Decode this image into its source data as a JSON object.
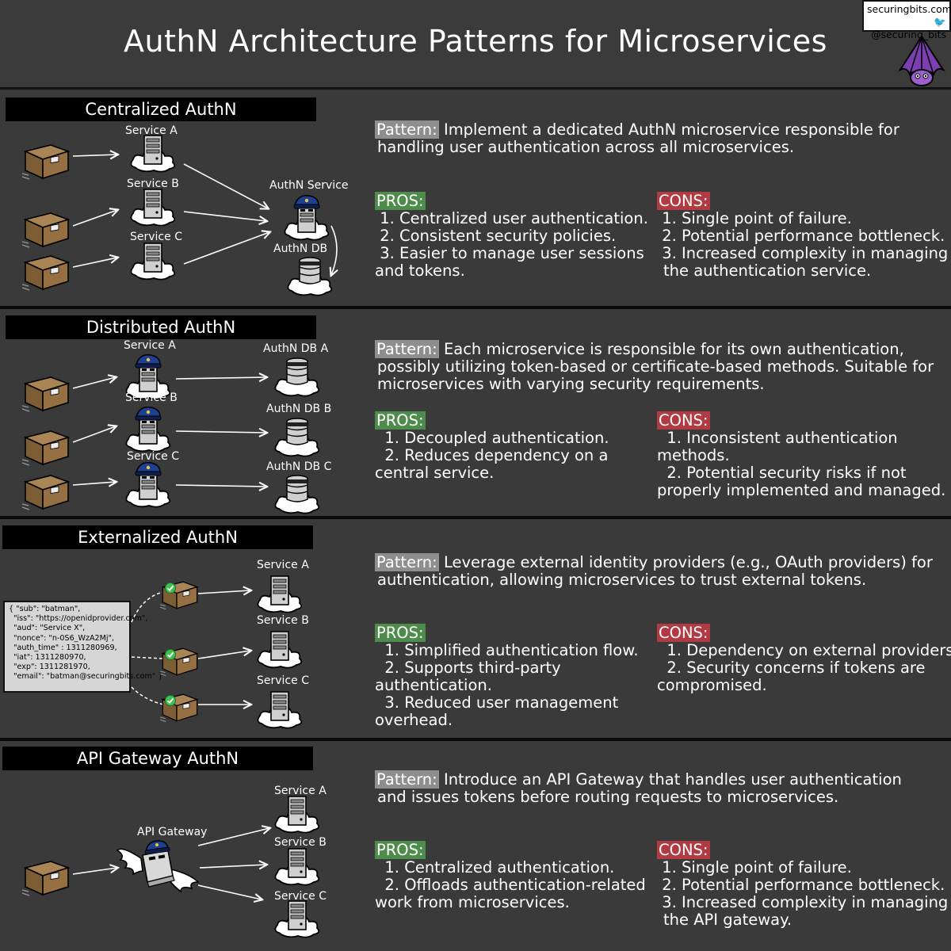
{
  "header": {
    "title": "AuthN Architecture Patterns for Microservices",
    "brand_site": "securingbits.com",
    "brand_handle": "@securing_bits"
  },
  "colors": {
    "pattern_tag": "#8e8e8e",
    "pros_tag": "#4e8c4b",
    "cons_tag": "#b23a42",
    "panel_bg": "#3a3a3a"
  },
  "sections": {
    "centralized": {
      "title": "Centralized AuthN",
      "labels": {
        "svc_a": "Service A",
        "svc_b": "Service B",
        "svc_c": "Service C",
        "authn_service": "AuthN Service",
        "authn_db": "AuthN DB"
      },
      "pattern_tag": "Pattern:",
      "pattern_lines": [
        "Implement a dedicated AuthN microservice responsible for",
        "handling user authentication across all microservices."
      ],
      "pros_tag": "PROS:",
      "pros_lines": [
        " 1. Centralized user authentication.",
        " 2. Consistent security policies.",
        " 3. Easier to manage user sessions",
        "and tokens."
      ],
      "cons_tag": "CONS:",
      "cons_lines": [
        " 1. Single point of failure.",
        " 2. Potential performance bottleneck.",
        " 3. Increased complexity in managing",
        "the authentication service."
      ]
    },
    "distributed": {
      "title": "Distributed AuthN",
      "labels": {
        "svc_a": "Service A",
        "svc_b": "Service B",
        "svc_c": "Service C",
        "db_a": "AuthN DB A",
        "db_b": "AuthN DB B",
        "db_c": "AuthN DB C"
      },
      "pattern_tag": "Pattern:",
      "pattern_lines": [
        "Each microservice is responsible for its own authentication,",
        "possibly utilizing token-based or certificate-based methods. Suitable for",
        "microservices with varying security requirements."
      ],
      "pros_tag": "PROS:",
      "pros_lines": [
        "  1. Decoupled authentication.",
        "  2. Reduces dependency on a",
        "central service."
      ],
      "cons_tag": "CONS:",
      "cons_lines": [
        "  1. Inconsistent authentication",
        "methods.",
        "  2. Potential security risks if not",
        "properly implemented and managed."
      ]
    },
    "externalized": {
      "title": "Externalized AuthN",
      "labels": {
        "svc_a": "Service A",
        "svc_b": "Service B",
        "svc_c": "Service C"
      },
      "token_json": "{ \"sub\": \"batman\",\n  \"iss\": \"https://openidprovider.com\",\n  \"aud\": \"Service X\",\n  \"nonce\": \"n-0S6_WzA2Mj\",\n  \"auth_time\" : 1311280969,\n  \"iat\": 1311280970,\n  \"exp\": 1311281970,\n  \"email\": \"batman@securingbits.com\" }",
      "pattern_tag": "Pattern:",
      "pattern_lines": [
        "Leverage external identity providers (e.g., OAuth providers) for",
        "authentication, allowing microservices to trust external tokens."
      ],
      "pros_tag": "PROS:",
      "pros_lines": [
        "  1. Simplified authentication flow.",
        "  2. Supports third-party",
        "authentication.",
        "  3. Reduced user management",
        "overhead."
      ],
      "cons_tag": "CONS:",
      "cons_lines": [
        "  1. Dependency on external providers.",
        "  2. Security concerns if tokens are",
        "compromised."
      ]
    },
    "gateway": {
      "title": "API Gateway AuthN",
      "labels": {
        "svc_a": "Service A",
        "svc_b": "Service B",
        "svc_c": "Service C",
        "gateway": "API Gateway"
      },
      "pattern_tag": "Pattern:",
      "pattern_lines": [
        "Introduce an API Gateway that handles user authentication",
        "and issues tokens before routing requests to microservices."
      ],
      "pros_tag": "PROS:",
      "pros_lines": [
        "  1. Centralized authentication.",
        "  2. Offloads authentication-related",
        "work from microservices."
      ],
      "cons_tag": "CONS:",
      "cons_lines": [
        " 1. Single point of failure.",
        " 2. Potential performance bottleneck.",
        " 3. Increased complexity in managing",
        "the API gateway."
      ]
    }
  }
}
